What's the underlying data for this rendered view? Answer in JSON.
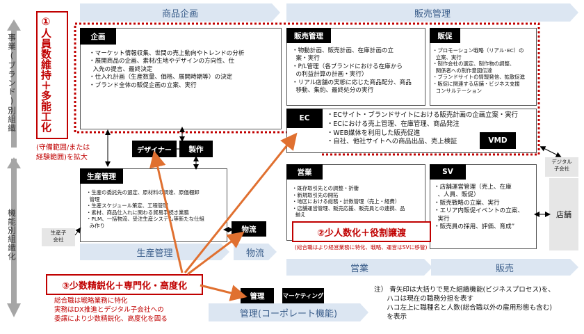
{
  "bands": {
    "shohin": "商品企画",
    "hanbai_kanri": "販売管理",
    "seisan": "生産管理",
    "butsuryu": "物流",
    "eigyo": "営業",
    "hanbai": "販売",
    "kanri": "管理(コーポレート機能)"
  },
  "side_labels": {
    "jigyo": "事業(ブランド)別組織",
    "kino": "機能別組織化"
  },
  "callout1": {
    "title": "①人員数維持＋多能工化",
    "note": "(守備範囲/または\n経験範囲)を拡大"
  },
  "kikaku": {
    "header": "企画",
    "body": "・マーケット情報収集、世間の売上動向やトレンドの分析\n・展開商品の企画、素材/生地やデザインの方向性、仕\n  入先の提言、最終決定\n・仕入れ計画（生産数量、価格、展開時期等）の決定\n・ブランド全体の販促企画の立案、実行"
  },
  "hanbai_box": {
    "header": "販売管理",
    "body": "・物動計画、販売計画、在庫計画の立\n  案・実行\n・P/L管理（各ブランドにおける在庫から\n  の利益計算の計画・実行）\n・リアル店舗の実態に応じた商品配分、商品\n  移動、集約、最終処分の実行"
  },
  "hansoku": {
    "header": "販促",
    "body": "・プロモーション戦略（リアル･EC）の\n  立案、実行\n・制作会社の選定、制作物の調整、\n  関係者への制作意図伝達\n・ブランドサイトの情報発信、拡散促進\n・販促に関連する店舗・ビジネス支援\n  コンサルテーション"
  },
  "ec": {
    "header": "EC",
    "body": "・ECサイト・ブランドサイトにおける販売計画の企画立案・実行\n・ECにおける売上管理、在庫管理、商品発注\n・WEB媒体を利用した販売促進\n・自社、他社サイトへの商品出品、売上検証"
  },
  "vmd": "VMD",
  "designer": "デザイナー",
  "seisaku": "製作",
  "digital": "デジタル\n子会社",
  "seisan_box": {
    "header": "生産管理",
    "body": "・生産の委託先の選定、原材料の調達、原価棚卸\n  管理\n・生産スケジュール策定、工程管理\n・素材、商品仕入れに関わる貿易手続き業務\n・PLM、一括物流、受注生産システム等新たな仕組\n  み作り"
  },
  "seisan_sub": "生産子\n会社",
  "butsuryu_box": "物流",
  "eigyo_box": {
    "header": "営業",
    "body": "・既存取引先との調整・折衝\n・新規取引先の開拓\n・地区における総務・計数管理（売上・経費）\n・店舗運営管理、販売応援、販売員との連携、品\n  揃え"
  },
  "sv_box": {
    "header": "SV",
    "body": "・店舗運営管理（売上、在庫\n  、人員、販促）\n・販売戦略の立案、実行\n・エリア内販促イベントの立案、\n  実行\n・販売員の採用、評価、育成”"
  },
  "tenpo": "店舗",
  "callout2": {
    "title": "②少人数化＋役割譲渡",
    "note": "(総合職はより経営業務に特化、戦略、運営はSVに移管)"
  },
  "callout3": {
    "title": "③少数精鋭化＋専門化・高度化",
    "note": "総合職は戦略業務に特化\n実務はDX推進とデジタル子会社への\n委譲により少数精鋭化、高度化を図る"
  },
  "kanri_box": "管理",
  "marketing_box": "マーケティング",
  "footnote": "注） 青矢印は大括りで見た組織機能(ビジネスプロセス)を、\n      ハコは現在の職務分担を表す\n      ハコ左上に職種名と人数(総合職以外の雇用形態も含む)\n      を表示"
}
